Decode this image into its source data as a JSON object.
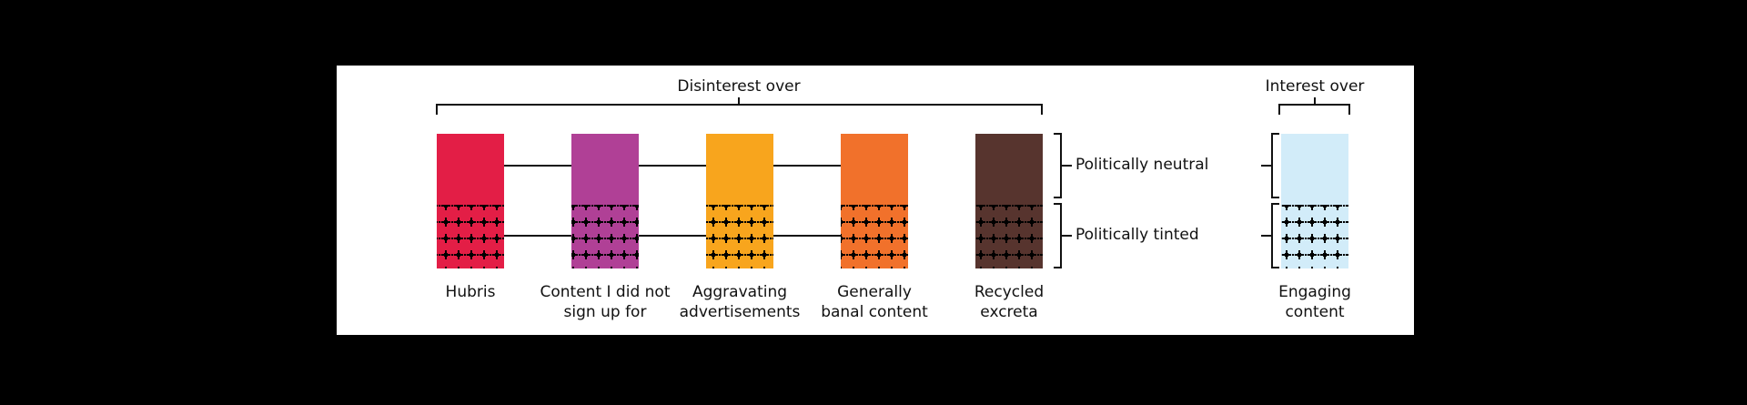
{
  "disinterest": {
    "title": "Disinterest over",
    "items": [
      {
        "label": "Hubris",
        "color": "#E31E46"
      },
      {
        "label": "Content I did not\nsign up for",
        "color": "#B04096"
      },
      {
        "label": "Aggravating\nadvertisements",
        "color": "#F8A51D"
      },
      {
        "label": "Generally\nbanal content",
        "color": "#F1712B"
      },
      {
        "label": "Recycled\nexcreta",
        "color": "#57342E"
      }
    ]
  },
  "interest": {
    "title": "Interest over",
    "item": {
      "label": "Engaging\ncontent",
      "color": "#D2ECF9"
    }
  },
  "categories": {
    "neutral": "Politically neutral",
    "tinted": "Politically tinted"
  },
  "pattern_color": "#000000"
}
